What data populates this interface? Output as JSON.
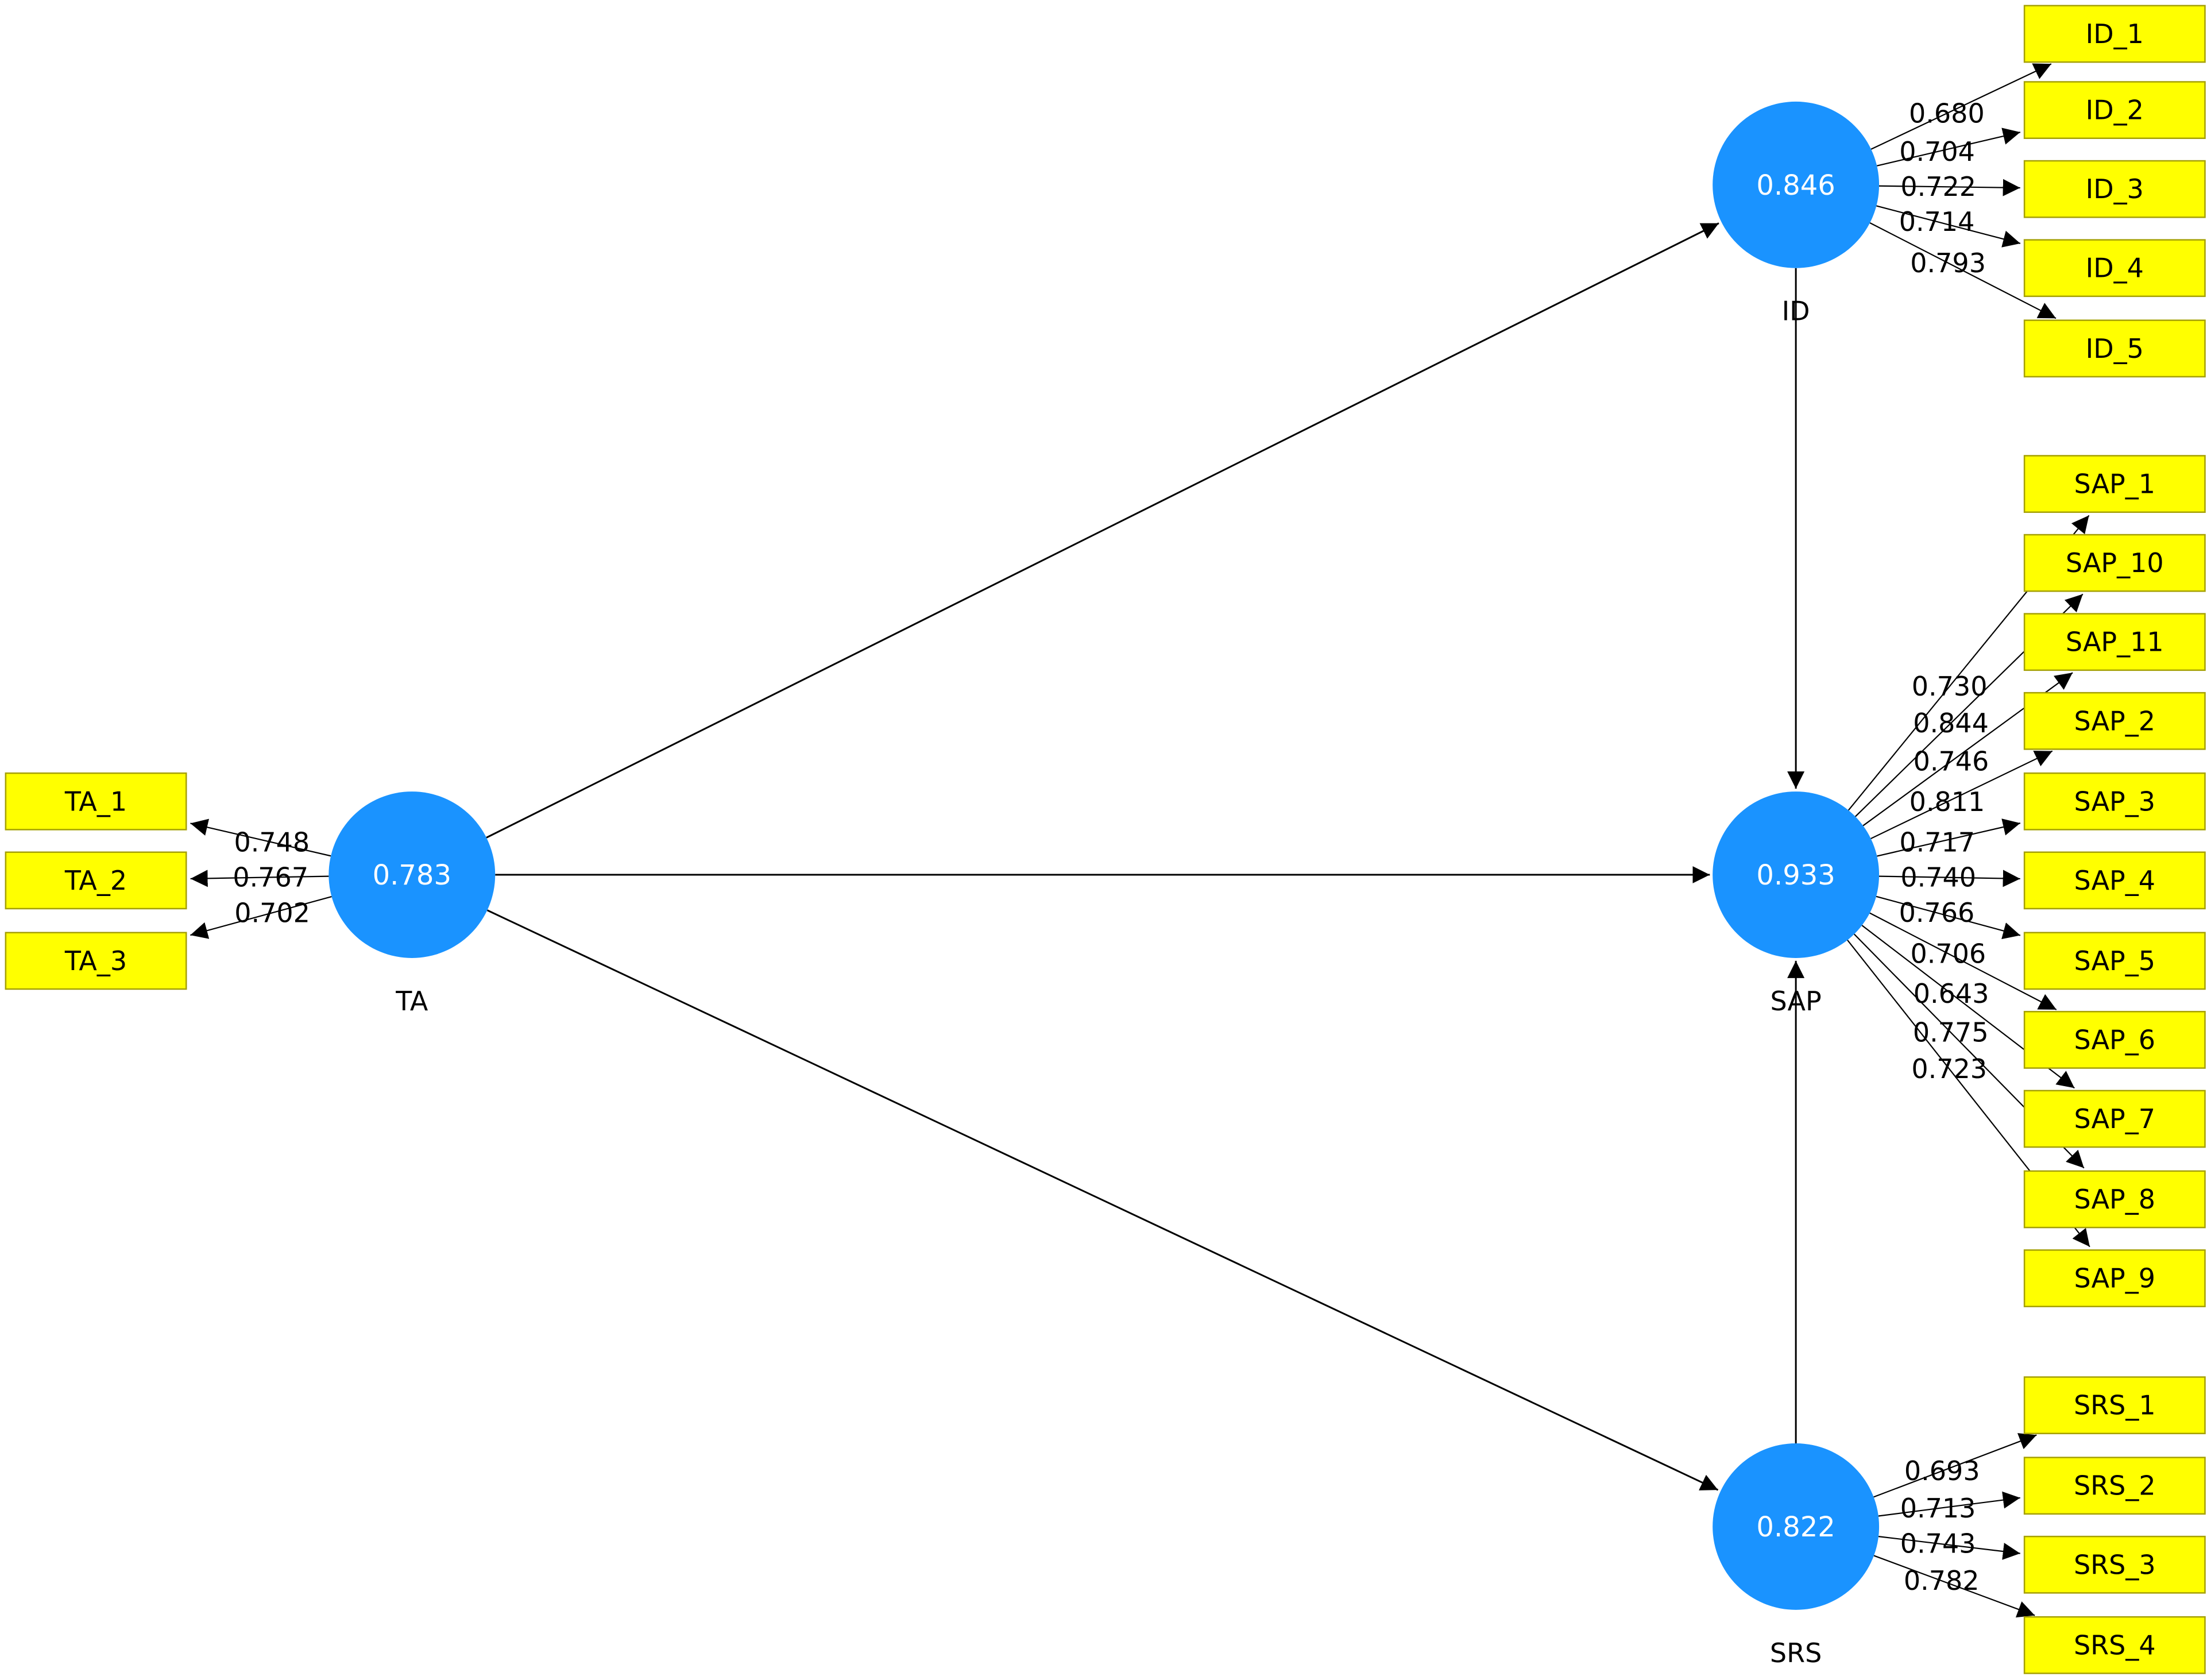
{
  "colors": {
    "latent_fill": "#1A93FF",
    "indicator_fill": "#FFFF00",
    "indicator_border": "#A5A000",
    "line": "#000000"
  },
  "latents": [
    {
      "id": "TA",
      "name": "TA",
      "value": "0.783"
    },
    {
      "id": "ID",
      "name": "ID",
      "value": "0.846"
    },
    {
      "id": "SAP",
      "name": "SAP",
      "value": "0.933"
    },
    {
      "id": "SRS",
      "name": "SRS",
      "value": "0.822"
    }
  ],
  "structural_paths": [
    {
      "from": "TA",
      "to": "ID"
    },
    {
      "from": "TA",
      "to": "SAP"
    },
    {
      "from": "TA",
      "to": "SRS"
    },
    {
      "from": "ID",
      "to": "SAP"
    },
    {
      "from": "SRS",
      "to": "SAP"
    }
  ],
  "indicators": [
    {
      "id": "TA_1",
      "latent": "TA",
      "loading": "0.748"
    },
    {
      "id": "TA_2",
      "latent": "TA",
      "loading": "0.767"
    },
    {
      "id": "TA_3",
      "latent": "TA",
      "loading": "0.702"
    },
    {
      "id": "ID_1",
      "latent": "ID",
      "loading": "0.680"
    },
    {
      "id": "ID_2",
      "latent": "ID",
      "loading": "0.704"
    },
    {
      "id": "ID_3",
      "latent": "ID",
      "loading": "0.722"
    },
    {
      "id": "ID_4",
      "latent": "ID",
      "loading": "0.714"
    },
    {
      "id": "ID_5",
      "latent": "ID",
      "loading": "0.793"
    },
    {
      "id": "SAP_1",
      "latent": "SAP",
      "loading": "0.730"
    },
    {
      "id": "SAP_10",
      "latent": "SAP",
      "loading": "0.844"
    },
    {
      "id": "SAP_11",
      "latent": "SAP",
      "loading": "0.746"
    },
    {
      "id": "SAP_2",
      "latent": "SAP",
      "loading": "0.811"
    },
    {
      "id": "SAP_3",
      "latent": "SAP",
      "loading": "0.717"
    },
    {
      "id": "SAP_4",
      "latent": "SAP",
      "loading": "0.740"
    },
    {
      "id": "SAP_5",
      "latent": "SAP",
      "loading": "0.766"
    },
    {
      "id": "SAP_6",
      "latent": "SAP",
      "loading": "0.706"
    },
    {
      "id": "SAP_7",
      "latent": "SAP",
      "loading": "0.643"
    },
    {
      "id": "SAP_8",
      "latent": "SAP",
      "loading": "0.775"
    },
    {
      "id": "SAP_9",
      "latent": "SAP",
      "loading": "0.723"
    },
    {
      "id": "SRS_1",
      "latent": "SRS",
      "loading": "0.693"
    },
    {
      "id": "SRS_2",
      "latent": "SRS",
      "loading": "0.713"
    },
    {
      "id": "SRS_3",
      "latent": "SRS",
      "loading": "0.743"
    },
    {
      "id": "SRS_4",
      "latent": "SRS",
      "loading": "0.782"
    }
  ]
}
